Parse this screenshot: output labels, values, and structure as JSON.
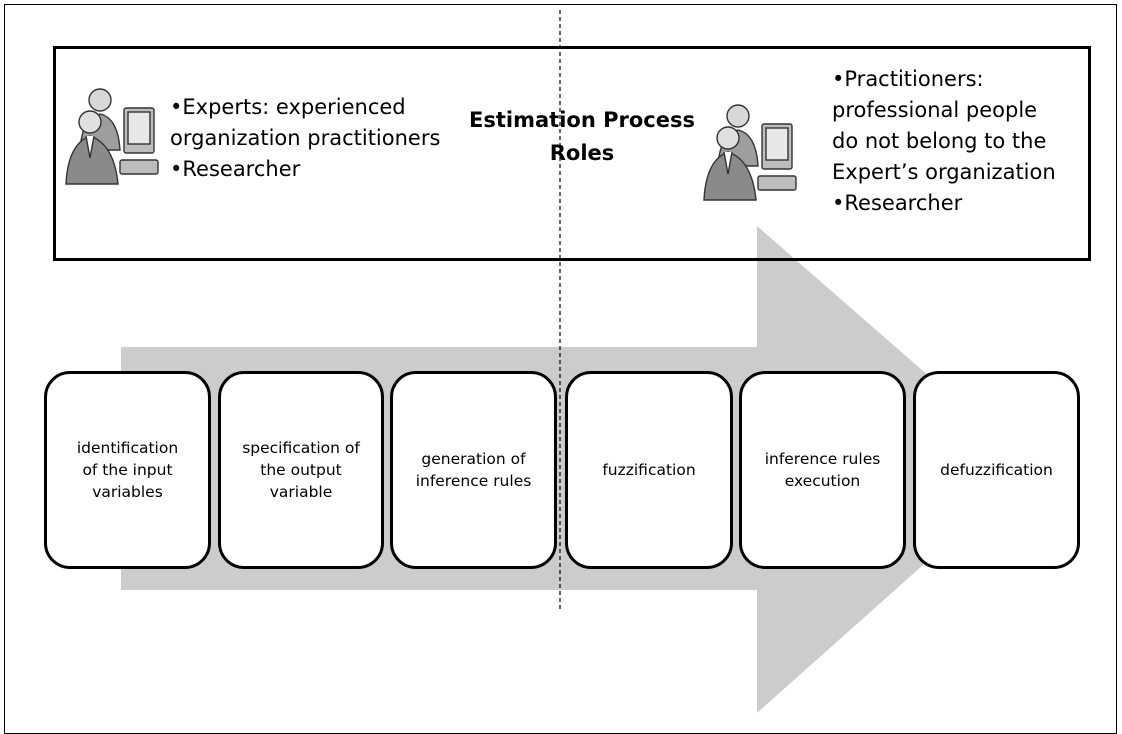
{
  "title": {
    "line1": "Estimation Process",
    "line2": "Roles"
  },
  "left_roles": {
    "lines": [
      "•Experts: experienced",
      "organization practitioners",
      "•Researcher"
    ]
  },
  "right_roles": {
    "lines": [
      "•Practitioners:",
      "professional people",
      "do not belong to the",
      "Expert’s organization",
      "•Researcher"
    ]
  },
  "steps": [
    {
      "lines": [
        "identification",
        "of the input",
        "variables"
      ]
    },
    {
      "lines": [
        "specification of",
        "the output",
        "variable"
      ]
    },
    {
      "lines": [
        "generation of",
        "inference rules"
      ]
    },
    {
      "lines": [
        "fuzzification"
      ]
    },
    {
      "lines": [
        "inference rules",
        "execution"
      ]
    },
    {
      "lines": [
        "defuzzification"
      ]
    }
  ],
  "icons": {
    "left_figure": "people-at-computer-icon",
    "right_figure": "people-at-computer-icon"
  },
  "colors": {
    "arrow": "#cccccc",
    "border": "#000000",
    "divider": "#000000"
  }
}
